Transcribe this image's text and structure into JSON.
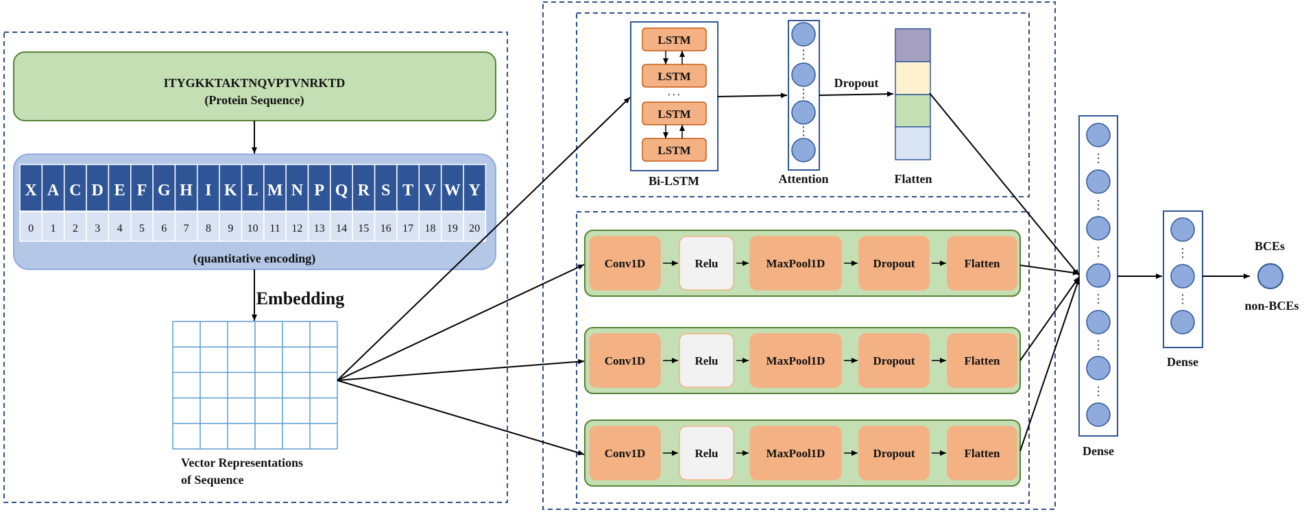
{
  "protein": {
    "sequence": "ITYGKKTAKTNQVPTVNRKTD",
    "caption": "(Protein Sequence)"
  },
  "encoding": {
    "letters": [
      "X",
      "A",
      "C",
      "D",
      "E",
      "F",
      "G",
      "H",
      "I",
      "K",
      "L",
      "M",
      "N",
      "P",
      "Q",
      "R",
      "S",
      "T",
      "V",
      "W",
      "Y"
    ],
    "codes": [
      "0",
      "1",
      "2",
      "3",
      "4",
      "5",
      "6",
      "7",
      "8",
      "9",
      "10",
      "11",
      "12",
      "13",
      "14",
      "15",
      "16",
      "17",
      "18",
      "19",
      "20"
    ],
    "caption": "(quantitative encoding)"
  },
  "embedding_label": "Embedding",
  "vector_caption": [
    "Vector Representations",
    "of Sequence"
  ],
  "bilstm": {
    "cell_label": "LSTM",
    "caption": "Bi-LSTM",
    "dots": "· · ·"
  },
  "attention_caption": "Attention",
  "dropout_label": "Dropout",
  "flatten_caption": "Flatten",
  "cnn_branch": {
    "blocks": [
      "Conv1D",
      "Relu",
      "MaxPool1D",
      "Dropout",
      "Flatten"
    ]
  },
  "dense_caption": "Dense",
  "dense2_caption": "Dense",
  "output": {
    "positive": "BCEs",
    "negative": "non-BCEs"
  },
  "colors": {
    "dashed_border": "#2f4f86",
    "green_box": "#c5dfb4",
    "green_border": "#548235",
    "encoding_panel": "#b4c7e7",
    "encoding_border": "#8faadc",
    "letter_cell": "#2f5597",
    "code_cell": "#dae3f3",
    "lstm_fill": "#f4b183",
    "lstm_border": "#c55a11",
    "node_fill": "#8faadc",
    "node_border": "#2f5597",
    "grid_line": "#5b9bd5",
    "flatten_colors": [
      "#a59fc0",
      "#fdf1cf",
      "#c5e0b4",
      "#d9e4f4"
    ],
    "relu_fill": "#f2f2f2"
  }
}
